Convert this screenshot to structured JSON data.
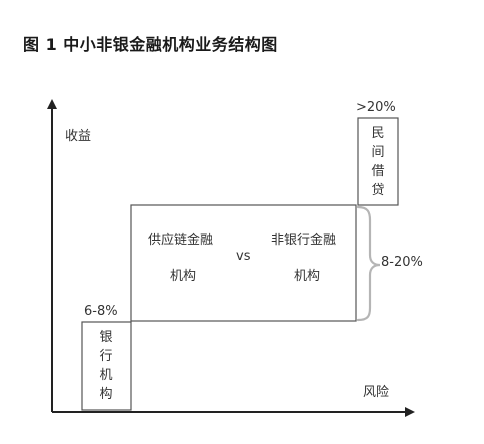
{
  "title": "图 1 中小非银金融机构业务结构图",
  "y_axis_label": "收益",
  "x_axis_label": "风险",
  "boxes": {
    "bank": {
      "text": "银行机构",
      "range": "6-8%"
    },
    "middle": {
      "left_line1": "供应链金融",
      "left_line2": "机构",
      "vs": "vs",
      "right_line1": "非银行金融",
      "right_line2": "机构",
      "range": "8-20%"
    },
    "private": {
      "text": "民间借贷",
      "range": ">20%"
    }
  },
  "colors": {
    "line": "#222222",
    "box_border": "#555555",
    "brace": "#b5b5b5",
    "text": "#333333"
  }
}
